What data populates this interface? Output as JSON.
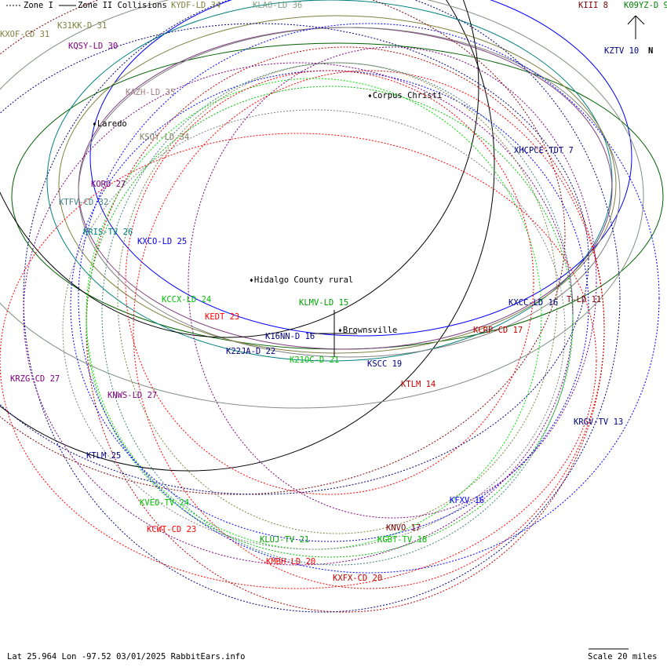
{
  "legend": {
    "zone1": "Zone I",
    "zone2": "Zone II Collisions"
  },
  "north_label": "N",
  "cities": [
    {
      "name": "Corpus Christi"
    },
    {
      "name": "Laredo"
    },
    {
      "name": "Hidalgo County rural"
    },
    {
      "name": "Brownsville"
    }
  ],
  "stations": [
    {
      "label": "KYDF-LD 34",
      "color": "#808040"
    },
    {
      "label": "KLAO-LD 36",
      "color": "#80a080"
    },
    {
      "label": "KIII 8",
      "color": "#800000"
    },
    {
      "label": "K09YZ-D 9",
      "color": "#008000"
    },
    {
      "label": "KXOF-CD 31",
      "color": "#808040"
    },
    {
      "label": "K31KK-D 31",
      "color": "#808040"
    },
    {
      "label": "KQSY-LD 30",
      "color": "#800080"
    },
    {
      "label": "KZTV 10",
      "color": "#000080"
    },
    {
      "label": "KAZH-LD 35",
      "color": "#a08080"
    },
    {
      "label": "KSOY-LD 34",
      "color": "#808060"
    },
    {
      "label": "XHCPCE-TDT 7",
      "color": "#000080"
    },
    {
      "label": "KORO 27",
      "color": "#800080"
    },
    {
      "label": "KTFV-CD 32",
      "color": "#408080"
    },
    {
      "label": "KRIS-TV 26",
      "color": "#008080"
    },
    {
      "label": "KXCO-LD 25",
      "color": "#0000ff"
    },
    {
      "label": "KCCX-LD 24",
      "color": "#00c000"
    },
    {
      "label": "KLMV-LD 15",
      "color": "#00a000"
    },
    {
      "label": "KXCC-LD 16",
      "color": "#000080"
    },
    {
      "label": "T-LD 11",
      "color": "#800000"
    },
    {
      "label": "KEDT 23",
      "color": "#ff0000"
    },
    {
      "label": "KCRP-CD 17",
      "color": "#c00000"
    },
    {
      "label": "K16NN-D 16",
      "color": "#000080"
    },
    {
      "label": "K22JA-D 22",
      "color": "#000080"
    },
    {
      "label": "K21OC-D 21",
      "color": "#00c000"
    },
    {
      "label": "KSCC 19",
      "color": "#000080"
    },
    {
      "label": "KTLM 14",
      "color": "#c00000"
    },
    {
      "label": "KRZG-CD 27",
      "color": "#800080"
    },
    {
      "label": "KNWS-LD 27",
      "color": "#800080"
    },
    {
      "label": "KRGV-TV 13",
      "color": "#000080"
    },
    {
      "label": "KTLM 25",
      "color": "#000080"
    },
    {
      "label": "KFXV 16",
      "color": "#0000ff"
    },
    {
      "label": "KVEO-TV 24",
      "color": "#00c000"
    },
    {
      "label": "KCWT-CD 23",
      "color": "#ff0000"
    },
    {
      "label": "KNVO 17",
      "color": "#800000"
    },
    {
      "label": "KGBT-TV 18",
      "color": "#00c000"
    },
    {
      "label": "KLUJ-TV 21",
      "color": "#00a000"
    },
    {
      "label": "KMBH-LD 20",
      "color": "#ff0000"
    },
    {
      "label": "KXFX-CD 20",
      "color": "#c00000"
    }
  ],
  "footer": {
    "info": "Lat 25.964 Lon -97.52 03/01/2025 RabbitEars.info",
    "scale": "Scale 20 miles"
  }
}
